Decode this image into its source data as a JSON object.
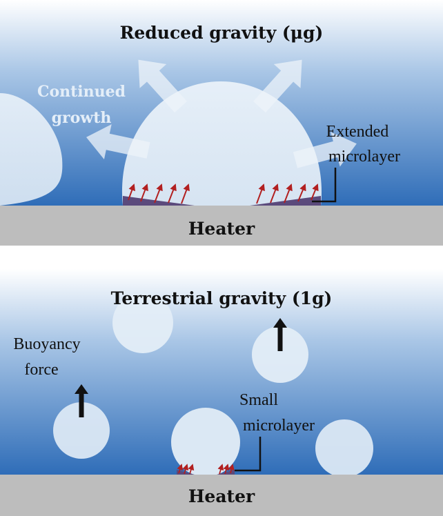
{
  "top_panel": {
    "title": "Reduced gravity (μg)",
    "annotation_growth_line1": "Continued",
    "annotation_growth_line2": "growth",
    "annotation_microlayer_line1": "Extended",
    "annotation_microlayer_line2": "microlayer",
    "heater_label": "Heater"
  },
  "bottom_panel": {
    "title": "Terrestrial gravity (1g)",
    "annotation_buoyancy_line1": "Buoyancy",
    "annotation_buoyancy_line2": "force",
    "annotation_microlayer_line1": "Small",
    "annotation_microlayer_line2": "microlayer",
    "heater_label": "Heater"
  },
  "colors": {
    "liquid_top": "#ffffff",
    "liquid_bottom": "#2f6db8",
    "bubble": "#dde9f5",
    "heater": "#bdbdbd",
    "microlayer": "#5b4a7c",
    "heat_arrow": "#b22020",
    "arrow_light": "#eef4fa",
    "arrow_dark": "#111111"
  },
  "icons": [
    "heat-flux-arrow-icon",
    "growth-arrow-icon",
    "buoyancy-arrow-icon"
  ]
}
